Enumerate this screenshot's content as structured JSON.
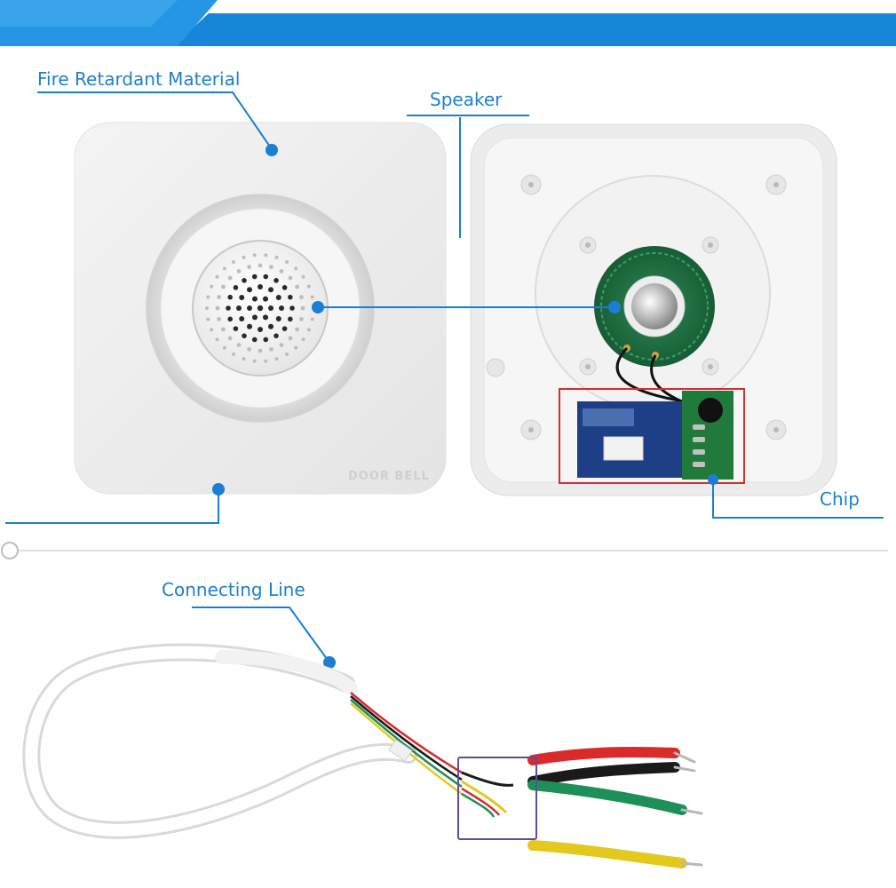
{
  "labels": {
    "fire_retardant": "Fire Retardant Material",
    "speaker": "Speaker",
    "chip": "Chip",
    "connecting_line": "Connecting Line"
  },
  "product": {
    "logo_text": "DOOR BELL"
  },
  "colors": {
    "accent_blue": "#1a7fd4",
    "banner_blue": "#1686d8",
    "pcb_blue": "#1e3f86",
    "pcb_green": "#1f7a3c",
    "highlight_red": "#d03030",
    "highlight_purple": "#5a4ea0",
    "wire_red": "#d92b2b",
    "wire_black": "#1a1a1a",
    "wire_green": "#1f8f5a",
    "wire_yellow": "#e3c81e"
  },
  "icons": [
    "speaker-grille-icon",
    "callout-dot-icon",
    "timeline-circle-icon"
  ]
}
